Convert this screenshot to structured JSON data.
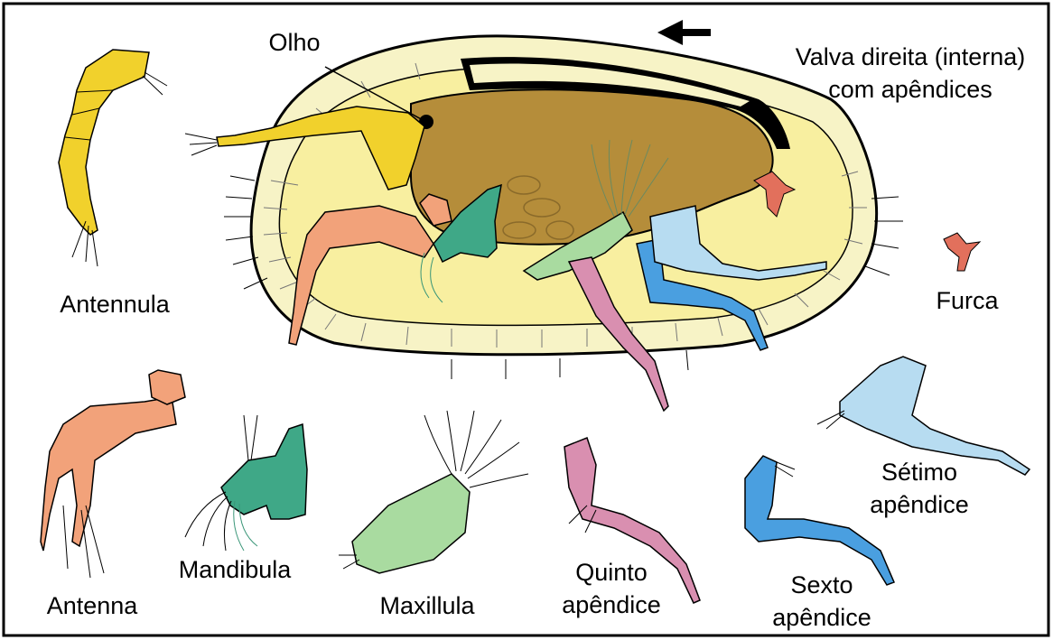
{
  "title_line1": "Valva direita (interna)",
  "title_line2": "com apêndices",
  "labels": {
    "eye": "Olho",
    "antennula": "Antennula",
    "antenna": "Antenna",
    "mandibula": "Mandibula",
    "maxillula": "Maxillula",
    "quinto_1": "Quinto",
    "quinto_2": "apêndice",
    "sexto_1": "Sexto",
    "sexto_2": "apêndice",
    "setimo_1": "Sétimo",
    "setimo_2": "apêndice",
    "furca": "Furca"
  },
  "colors": {
    "frame": "#000000",
    "valve_fill": "#f7f3c6",
    "valve_inner": "#f8efa0",
    "body": "#b58d3a",
    "antennula": "#f1d12c",
    "antenna": "#f2a27a",
    "mandibula": "#3fa887",
    "maxillula": "#a9dba0",
    "quinto": "#d98fb0",
    "sexto": "#4a9fe0",
    "setimo": "#b7dcf1",
    "furca": "#e2705c"
  },
  "icons": [
    "arrow-left-icon"
  ]
}
